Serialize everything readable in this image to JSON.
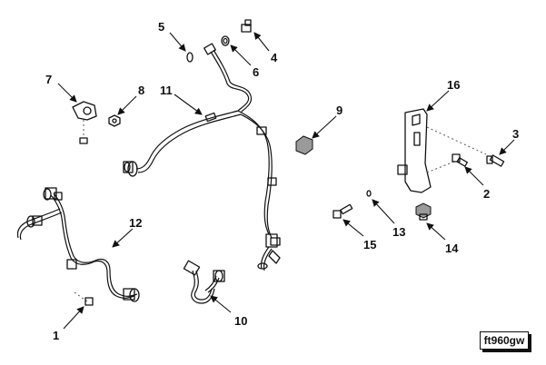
{
  "figure_id": "ft960gw",
  "callouts": {
    "c1": "1",
    "c2": "2",
    "c3": "3",
    "c4": "4",
    "c5": "5",
    "c6": "6",
    "c7": "7",
    "c8": "8",
    "c9": "9",
    "c10": "10",
    "c11": "11",
    "c12": "12",
    "c13": "13",
    "c14": "14",
    "c15": "15",
    "c16": "16"
  }
}
